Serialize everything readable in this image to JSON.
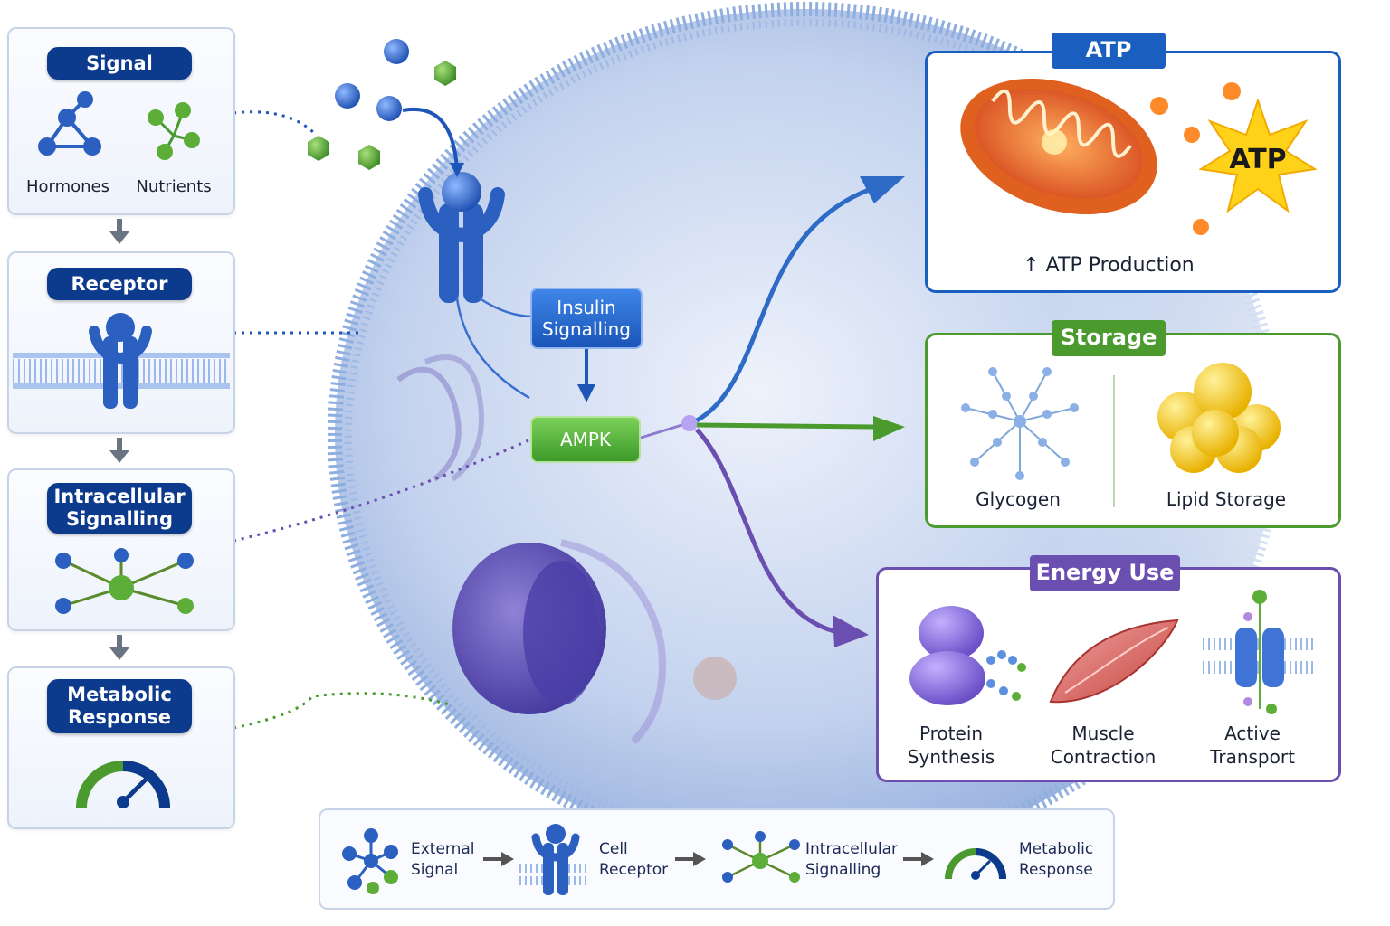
{
  "left_steps": [
    {
      "title": "Signal",
      "labels": [
        "Hormones",
        "Nutrients"
      ]
    },
    {
      "title": "Receptor"
    },
    {
      "title_lines": [
        "Intracellular",
        "Signalling"
      ]
    },
    {
      "title_lines": [
        "Metabolic",
        "Response"
      ]
    }
  ],
  "cell": {
    "insulin_box": [
      "Insulin",
      "Signalling"
    ],
    "ampk_box": "AMPK"
  },
  "outcomes": {
    "atp": {
      "title": "ATP",
      "star": "ATP",
      "caption": "↑ ATP Production"
    },
    "storage": {
      "title": "Storage",
      "items": [
        "Glycogen",
        "Lipid Storage"
      ]
    },
    "energy_use": {
      "title": "Energy Use",
      "items": [
        [
          "Protein",
          "Synthesis"
        ],
        [
          "Muscle",
          "Contraction"
        ],
        [
          "Active",
          "Transport"
        ]
      ]
    }
  },
  "legend": [
    [
      "External",
      "Signal"
    ],
    [
      "Cell",
      "Receptor"
    ],
    [
      "Intracellular",
      "Signalling"
    ],
    [
      "Metabolic",
      "Response"
    ]
  ],
  "colors": {
    "navy": "#0c3a8c",
    "atp_blue": "#1a5fc0",
    "storage_green": "#4a9a2e",
    "energy_purple": "#6b4fb0",
    "ampk_green": "#4caf3a"
  }
}
